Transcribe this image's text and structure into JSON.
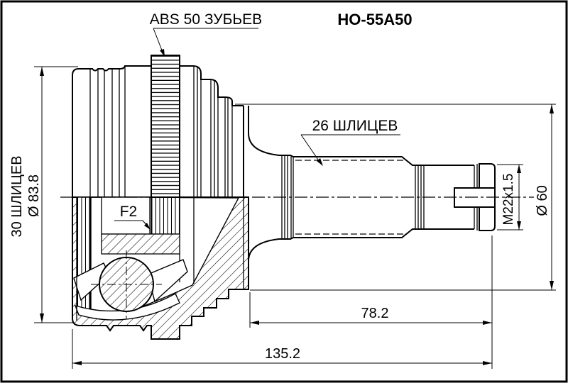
{
  "drawing": {
    "part_number": "HO-55A50",
    "labels": {
      "abs_ring": "ABS 50 ЗУБЬЕВ",
      "shaft_splines": "26 ШЛИЦЕВ",
      "inner_splines": "30 ШЛИЦЕВ",
      "grease_zone": "F2"
    },
    "dimensions": {
      "bell_diameter": "Ø 83.8",
      "outer_diameter": "Ø 60",
      "thread": "M22x1.5",
      "shaft_length": "78.2",
      "total_length": "135.2"
    },
    "colors": {
      "line": "#000000",
      "background": "#ffffff"
    }
  }
}
